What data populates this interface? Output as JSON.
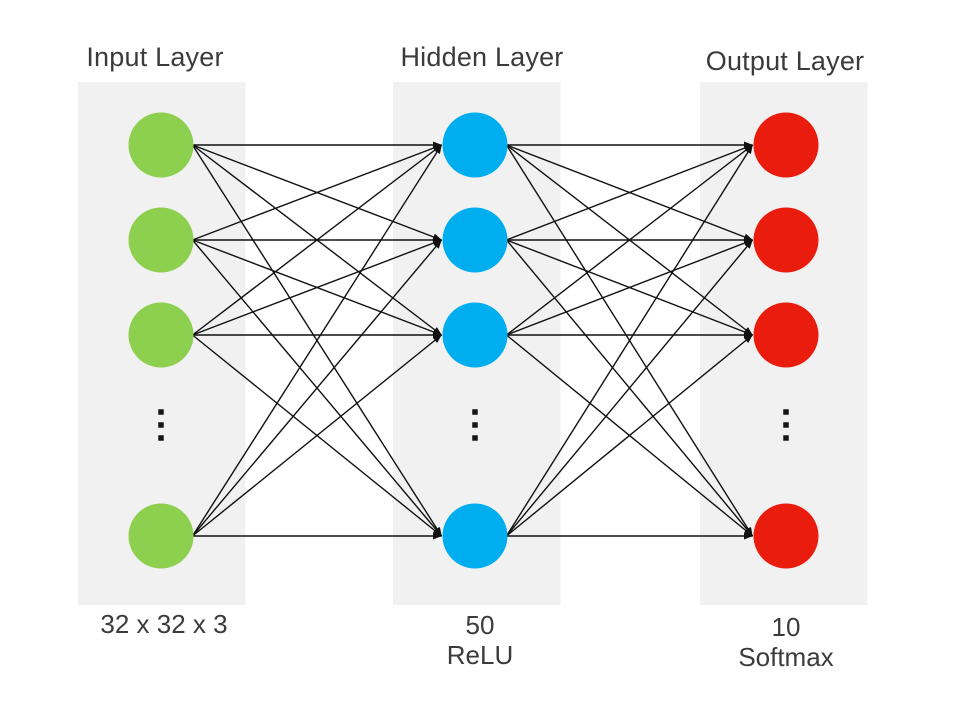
{
  "colors": {
    "background": "#ffffff",
    "band": "#f1f1f1",
    "edge": "#111111",
    "text": "#3b3b3b"
  },
  "network": {
    "connection_style": "fully-connected",
    "visible_nodes_per_layer": 4,
    "ellipsis_glyph": "⋮"
  },
  "layers": [
    {
      "id": "input",
      "title": "Input Layer",
      "bottom_labels": [
        "32 x 32 x 3"
      ],
      "node_color": "#8dd04f",
      "visible_nodes": 4,
      "has_ellipsis": true
    },
    {
      "id": "hidden",
      "title": "Hidden Layer",
      "bottom_labels": [
        "50",
        "ReLU"
      ],
      "node_color": "#00aeef",
      "visible_nodes": 4,
      "has_ellipsis": true
    },
    {
      "id": "output",
      "title": "Output Layer",
      "bottom_labels": [
        "10",
        "Softmax"
      ],
      "node_color": "#ea1c0d",
      "visible_nodes": 4,
      "has_ellipsis": true
    }
  ]
}
